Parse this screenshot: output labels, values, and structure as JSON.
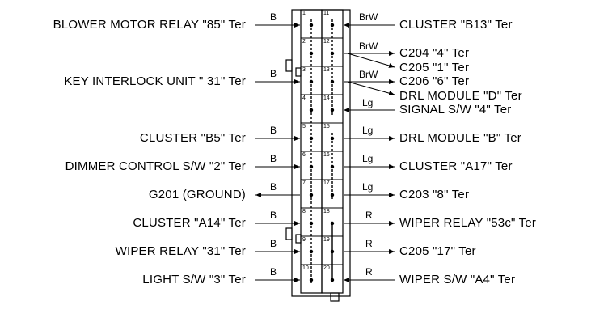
{
  "left_labels": [
    "BLOWER MOTOR RELAY \"85\" Ter",
    "KEY INTERLOCK UNIT \" 31\" Ter",
    "CLUSTER \"B5\" Ter",
    "DIMMER CONTROL S/W \"2\" Ter",
    "G201 (GROUND)",
    "CLUSTER \"A14\" Ter",
    "WIPER RELAY \"31\" Ter",
    "LIGHT S/W \"3\" Ter"
  ],
  "left_wires": [
    "B",
    "B",
    "B",
    "B",
    "B",
    "B",
    "B",
    "B"
  ],
  "right_labels": [
    "CLUSTER \"B13\" Ter",
    "C204 \"4\" Ter",
    "C205 \"1\" Ter",
    "C206 \"6\" Ter",
    "DRL MODULE \"D\" Ter",
    "SIGNAL S/W \"4\" Ter",
    "DRL MODULE \"B\" Ter",
    "CLUSTER \"A17\" Ter",
    "C203 \"8\" Ter",
    "WIPER RELAY \"53c\" Ter",
    "C205 \"17\" Ter",
    "WIPER S/W \"A4\" Ter"
  ],
  "right_wires": [
    "BrW",
    "BrW",
    "BrW",
    "Lg",
    "Lg",
    "Lg",
    "Lg",
    "R",
    "R",
    "R"
  ],
  "pins_left": [
    "1",
    "2",
    "3",
    "4",
    "5",
    "6",
    "7",
    "8",
    "9",
    "10"
  ],
  "pins_right": [
    "11",
    "12",
    "13",
    "14",
    "15",
    "16",
    "17",
    "18",
    "19",
    "20"
  ]
}
